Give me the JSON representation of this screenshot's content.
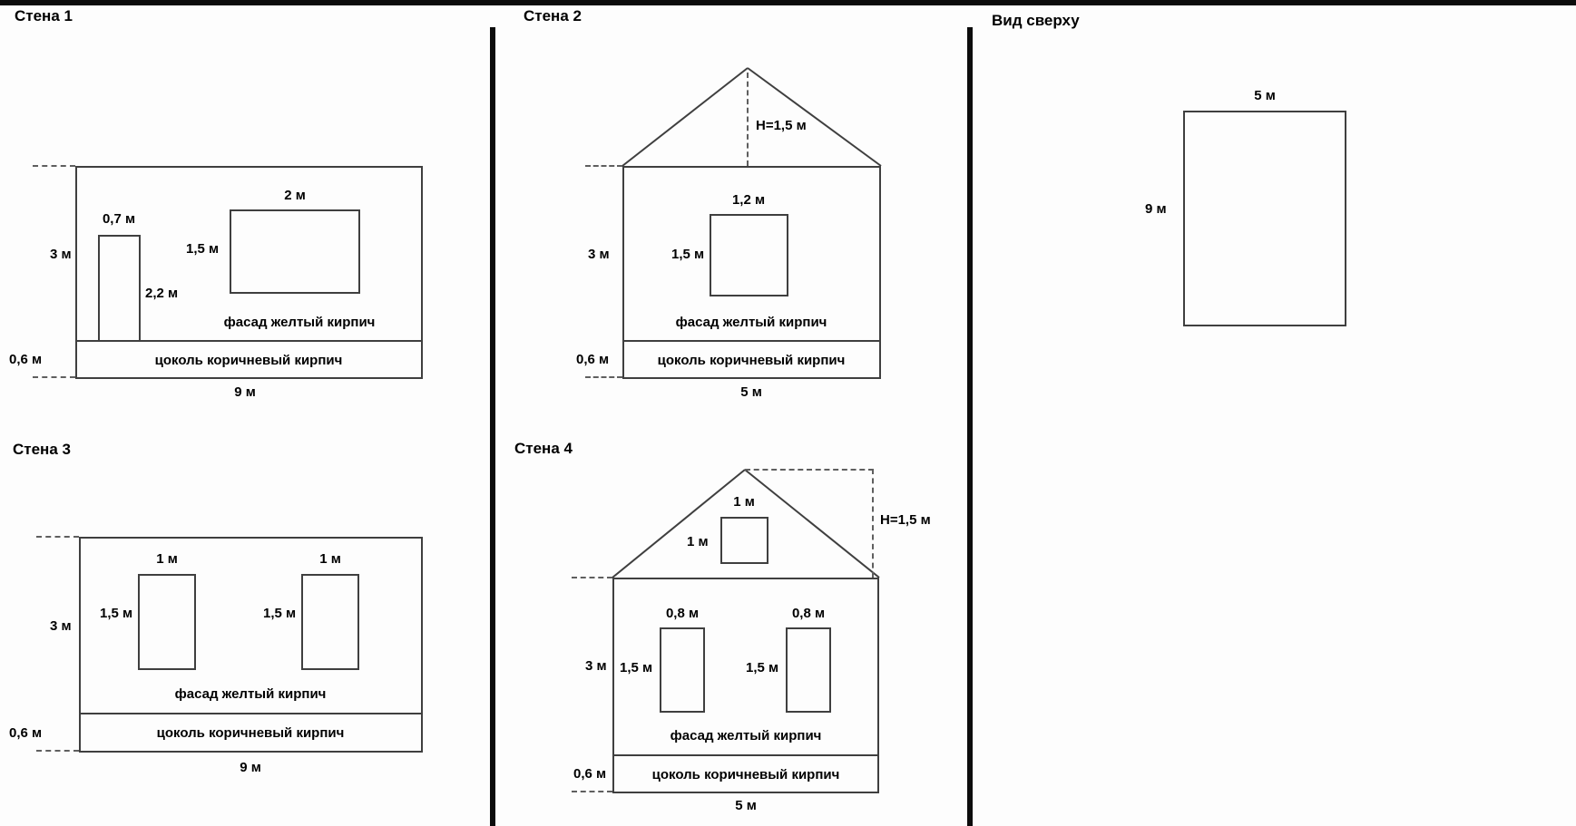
{
  "panels": {
    "wall1": {
      "title": "Стена 1",
      "wall_height": "3 м",
      "plinth_height": "0,6 м",
      "wall_width": "9 м",
      "door": {
        "width": "0,7 м",
        "height": "2,2 м"
      },
      "window": {
        "width": "2 м",
        "height": "1,5 м"
      },
      "facade_label": "фасад желтый кирпич",
      "plinth_label": "цоколь коричневый кирпич"
    },
    "wall2": {
      "title": "Стена 2",
      "roof_height": "H=1,5 м",
      "wall_height": "3 м",
      "plinth_height": "0,6 м",
      "wall_width": "5 м",
      "window": {
        "width": "1,2 м",
        "height": "1,5 м"
      },
      "facade_label": "фасад желтый кирпич",
      "plinth_label": "цоколь коричневый кирпич"
    },
    "top_view": {
      "title": "Вид сверху",
      "width": "5 м",
      "depth": "9 м"
    },
    "wall3": {
      "title": "Стена 3",
      "wall_height": "3 м",
      "plinth_height": "0,6 м",
      "wall_width": "9 м",
      "window1": {
        "width": "1 м",
        "height": "1,5 м"
      },
      "window2": {
        "width": "1 м",
        "height": "1,5 м"
      },
      "facade_label": "фасад желтый кирпич",
      "plinth_label": "цоколь коричневый кирпич"
    },
    "wall4": {
      "title": "Стена 4",
      "roof_height": "H=1,5 м",
      "attic_window": {
        "width": "1 м",
        "height": "1 м"
      },
      "wall_height": "3 м",
      "plinth_height": "0,6 м",
      "wall_width": "5 м",
      "window1": {
        "width": "0,8 м",
        "height": "1,5 м"
      },
      "window2": {
        "width": "0,8 м",
        "height": "1,5 м"
      },
      "facade_label": "фасад желтый кирпич",
      "plinth_label": "цоколь коричневый кирпич"
    }
  }
}
